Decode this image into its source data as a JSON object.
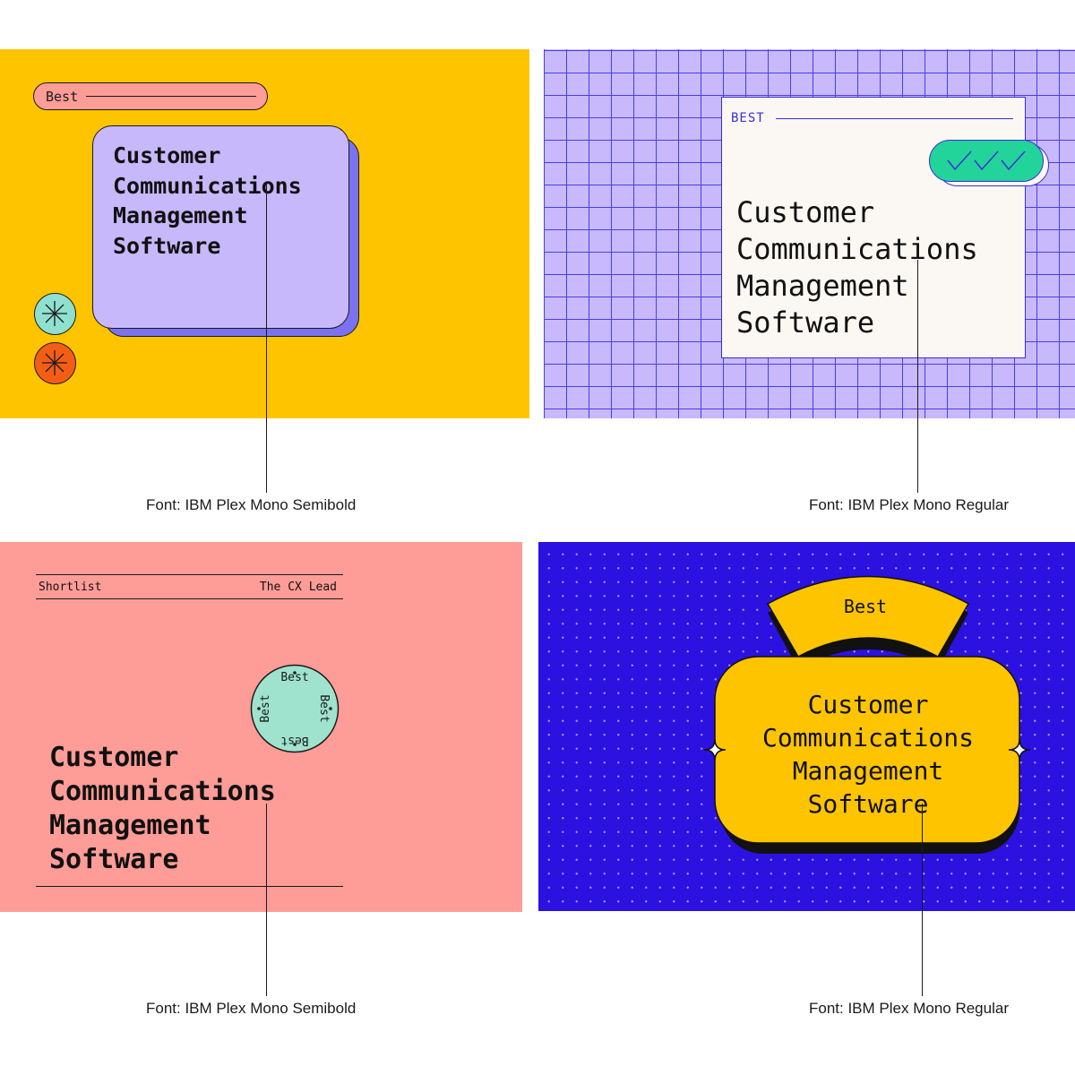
{
  "panels": [
    {
      "id": "panel-1",
      "badge_label": "Best",
      "title_lines": [
        "Customer",
        "Communications",
        "Management",
        "Software"
      ],
      "caption": "Font: IBM Plex Mono Semibold",
      "colors": {
        "background": "#fec400",
        "card": "#c7b8fb",
        "card_side": "#7b72f0",
        "pill": "#fe9c97",
        "badge_1": "#8fe0cf",
        "badge_2": "#f45d14"
      },
      "icons": [
        "asterisk-icon",
        "asterisk-icon"
      ]
    },
    {
      "id": "panel-2",
      "badge_label": "BEST",
      "title_lines": [
        "Customer",
        "Communications",
        "Management",
        "Software"
      ],
      "caption": "Font: IBM Plex Mono Regular",
      "colors": {
        "background": "#c8b9fd",
        "grid": "#4a3fe0",
        "card": "#fbf7f3",
        "check_pill": "#22d49a"
      },
      "icons": [
        "checkmark-icon",
        "checkmark-icon",
        "checkmark-icon"
      ]
    },
    {
      "id": "panel-3",
      "header_left": "Shortlist",
      "header_right": "The CX Lead",
      "seal_word": "Best",
      "title_lines": [
        "Customer",
        "Communications",
        "Management",
        "Software"
      ],
      "caption": "Font: IBM Plex Mono Semibold",
      "colors": {
        "background": "#fe9c97",
        "seal": "#9fe3cf"
      }
    },
    {
      "id": "panel-4",
      "badge_label": "Best",
      "title_lines": [
        "Customer",
        "Communications",
        "Management",
        "Software"
      ],
      "caption": "Font: IBM Plex Mono Regular",
      "colors": {
        "background": "#2c12e0",
        "card": "#fec400",
        "shadow": "#111111"
      },
      "icons": [
        "sparkle-icon",
        "sparkle-icon"
      ]
    }
  ]
}
